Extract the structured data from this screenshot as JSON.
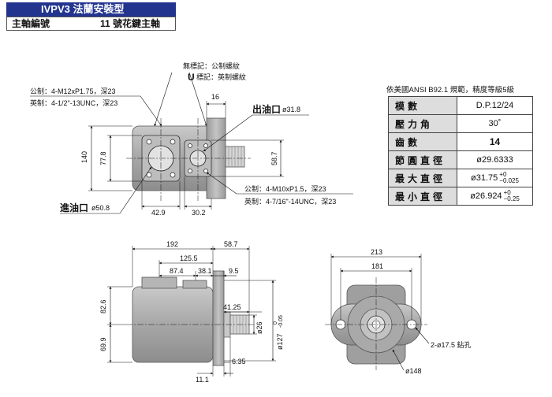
{
  "header": {
    "title": "IVPV3 法蘭安裝型",
    "shaft_key": "主軸編號",
    "shaft_value": "11 號花鍵主軸"
  },
  "legend": {
    "no_mark": "無標記：公制螺紋",
    "u_mark_letter": "U",
    "u_mark": "標記：英制螺紋"
  },
  "top_view": {
    "inlet_metric": "公制：4-M12xP1.75，深23",
    "inlet_imperial": "英制：4-1/2\"-13UNC，深23",
    "outlet_label": "出油口",
    "outlet_dia": "ø31.8",
    "outlet_metric": "公制：4-M10xP1.5，深23",
    "outlet_imperial": "英制：4-7/16\"-14UNC，深23",
    "inlet_label": "進油口",
    "inlet_dia": "ø50.8",
    "dim_140": "140",
    "dim_77_8": "77.8",
    "dim_58_7": "58.7",
    "dim_16": "16",
    "dim_42_9": "42.9",
    "dim_30_2": "30.2"
  },
  "side_view": {
    "dim_192": "192",
    "dim_58_7": "58.7",
    "dim_125_5": "125.5",
    "dim_87_4": "87.4",
    "dim_38_1": "38.1",
    "dim_9_5": "9.5",
    "dim_41_25": "41.25",
    "dim_82_6": "82.6",
    "dim_69_9": "69.9",
    "dim_26": "ø26",
    "dim_127": "ø127",
    "dim_127_tol": "0\n-0.05",
    "dim_11_1": "11.1",
    "dim_6_35": "6.35"
  },
  "front_view": {
    "dim_213": "213",
    "dim_181": "181",
    "hole_label": "2-ø17.5 鉆孔",
    "dim_148": "ø148"
  },
  "spec": {
    "caption": "依美國ANSI  B92.1 規範，精度等級5級",
    "rows": [
      {
        "key": "模數",
        "value": "D.P.12/24"
      },
      {
        "key": "壓力角",
        "value": "30˚"
      },
      {
        "key": "齒數",
        "value": "14"
      },
      {
        "key": "節圓直徑",
        "value": "ø29.6333"
      },
      {
        "key": "最大直徑",
        "value": "ø31.75",
        "tol_up": "+0",
        "tol_dn": "−0.025"
      },
      {
        "key": "最小直徑",
        "value": "ø26.924",
        "tol_up": "+0",
        "tol_dn": "−0.25"
      }
    ]
  }
}
